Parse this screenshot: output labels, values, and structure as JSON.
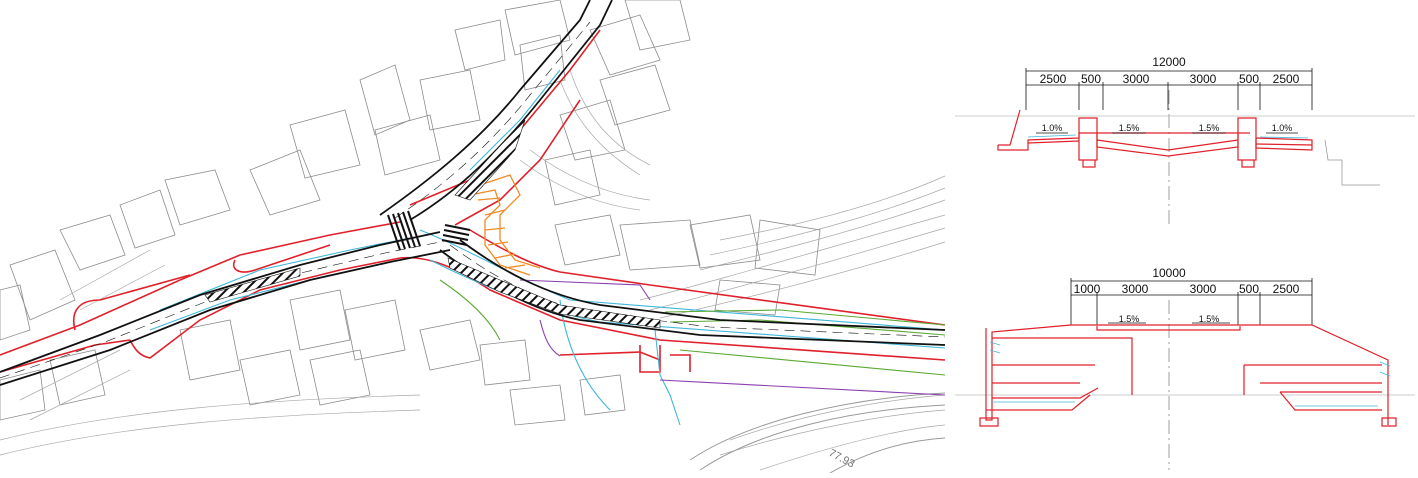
{
  "section_top": {
    "total_width": "12000",
    "dims": [
      "2500",
      "500",
      "3000",
      "3000",
      "500",
      "2500"
    ],
    "slopes": [
      "1.0%",
      "1.5%",
      "1.5%",
      "1.0%"
    ]
  },
  "section_bottom": {
    "total_width": "10000",
    "dims": [
      "1000",
      "3000",
      "3000",
      "500",
      "2500"
    ],
    "slopes": [
      "1.5%",
      "1.5%"
    ]
  },
  "plan": {
    "contour_label": "77.93"
  },
  "colors": {
    "red": "#e0202a",
    "black": "#111111",
    "cyan": "#3fb7d9",
    "orange": "#f08a24",
    "green": "#5aa832",
    "purple": "#8b3fb0",
    "gray": "#9a9a9a"
  }
}
